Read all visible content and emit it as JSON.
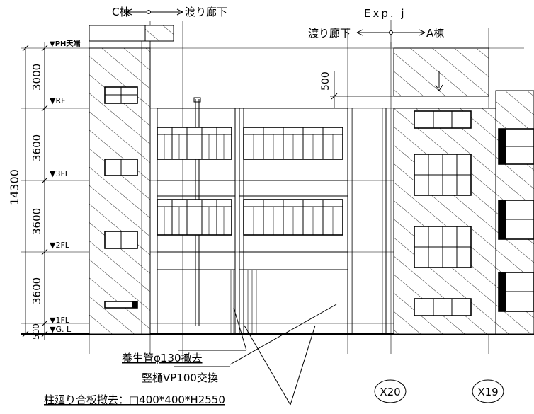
{
  "labels": {
    "c_building": "C棟",
    "corridor_top_left": "渡り廊下",
    "exp_joint": "Exp. j",
    "corridor_top_right": "渡り廊下",
    "a_building": "A棟"
  },
  "levels": [
    {
      "id": "ph",
      "label": "▼PH天端"
    },
    {
      "id": "rf",
      "label": "▼RF"
    },
    {
      "id": "3fl",
      "label": "▼3FL"
    },
    {
      "id": "2fl",
      "label": "▼2FL"
    },
    {
      "id": "1fl",
      "label": "▼1FL"
    },
    {
      "id": "gl",
      "label": "▼G. L"
    }
  ],
  "dimensions": {
    "total": "14300",
    "segments": [
      "3000",
      "3600",
      "3600",
      "3600",
      "500"
    ],
    "parapet": "500"
  },
  "notes": {
    "note1": "養生管φ130撤去",
    "note2": "竪樋VP100交換",
    "note3": "柱廻り合板撤去：□400*400*H2550"
  },
  "grid": {
    "x20": "X20",
    "x19": "X19"
  }
}
